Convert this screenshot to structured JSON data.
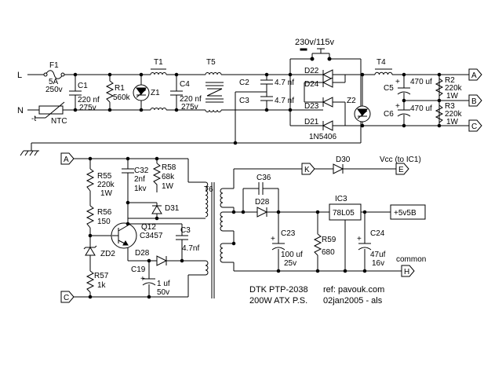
{
  "terminals": {
    "L": "L",
    "N": "N",
    "A_out": "A",
    "B_out": "B",
    "C_out": "C",
    "A_in": "A",
    "C_in": "C",
    "K": "K",
    "E": "E",
    "H": "H"
  },
  "labels": {
    "F1": "F1",
    "F1_rating1": "5A",
    "F1_rating2": "250v",
    "NTC_t": "-t",
    "NTC": "NTC",
    "C1": "C1",
    "C1_v1": "220 nf",
    "C1_v2": "275v",
    "R1": "R1",
    "R1_v": "560k",
    "Z1": "Z1",
    "T1": "T1",
    "C4": "C4",
    "C4_v1": "220 nf",
    "C4_v2": "275v",
    "T5": "T5",
    "C2": "C2",
    "C2_v": "4.7 nf",
    "C3a": "C3",
    "C3a_v": "4.7 nf",
    "switch": "230v/115v",
    "D22": "D22",
    "D24": "D24",
    "D23": "D23",
    "D21": "D21",
    "bridge": "1N5406",
    "Z2": "Z2",
    "T4": "T4",
    "C5": "C5",
    "C5_v": "470 uf",
    "C6": "C6",
    "C6_v": "470 uf",
    "R2": "R2",
    "R2_v1": "220k",
    "R2_v2": "1W",
    "R3": "R3",
    "R3_v1": "220k",
    "R3_v2": "1W",
    "R55": "R55",
    "R55_v1": "220k",
    "R55_v2": "1W",
    "C32": "C32",
    "C32_v1": "2nf",
    "C32_v2": "1kv",
    "R58": "R58",
    "R58_v1": "68k",
    "R58_v2": "1W",
    "D31": "D31",
    "R56": "R56",
    "R56_v": "150",
    "Q12": "Q12",
    "Q12_v": "C3457",
    "C3b": "C3",
    "C3b_v": "4.7nf",
    "ZD2": "ZD2",
    "D28a": "D28",
    "R57": "R57",
    "R57_v": "1k",
    "C19": "C19",
    "C19_v1": "1 uf",
    "C19_v2": "50v",
    "T6": "T6",
    "C36": "C36",
    "D28b": "D28",
    "C23": "C23",
    "C23_v1": "100 uf",
    "C23_v2": "25v",
    "R59": "R59",
    "R59_v": "680",
    "IC3": "IC3",
    "IC3_v": "78L05",
    "C24": "C24",
    "C24_v1": "47uf",
    "C24_v2": "16v",
    "out5v": "+5v5B",
    "D30": "D30",
    "vcc": "Vcc (to IC1)",
    "common": "common",
    "plus": "+"
  },
  "caption": {
    "line1": "DTK  PTP-2038",
    "line2": "200W ATX P.S.",
    "ref": "ref: pavouk.com",
    "date": "02jan2005 - als"
  }
}
